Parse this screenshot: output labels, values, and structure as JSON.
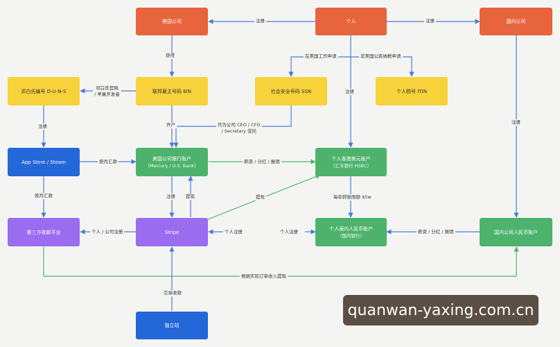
{
  "nodes": {
    "us_company": "美国公司",
    "individual": "个人",
    "cn_company": "国内公司",
    "duns": "邓白氏编号 D-U-N-S",
    "ein": "联邦雇主号码 EIN",
    "ssn": "社会安全号码 SSN",
    "itin": "个人税号 ITIN",
    "appstore": "App Store / Steam",
    "us_bank": "美国公司银行账户",
    "us_bank_sub": "（Mercury / U.S. Bank）",
    "usd_account": "个人香港美元账户",
    "usd_account_sub": "（汇丰银行 HSBC）",
    "third_party": "第三方收款平台",
    "stripe": "Stripe",
    "rmb_account": "个人境内人民币账户",
    "rmb_account_sub": "（国内银行）",
    "cn_account": "国内公司人民币账户",
    "indie": "独立站"
  },
  "labels": {
    "reg_left": "注册",
    "reg_right": "注册",
    "obtain": "获得",
    "work_us": "在美国工作申请",
    "non_resident": "非美国公民纳税申请",
    "reg_mid": "注册",
    "duns_apply_1": "邓白氏官网",
    "duns_apply_2": "/ 苹果开发者",
    "reg_duns": "注册",
    "open_account": "开户",
    "ceo_1": "作为公司 CEO / CFO",
    "ceo_2": "/ Secretary 受托",
    "reg_cn": "注册",
    "monthly_remit": "按月汇款",
    "salary_1": "薪资 / 分红 / 报销",
    "monthly_remit_2": "按月汇款",
    "reg_stripe": "注册",
    "withdraw_1": "提现",
    "withdraw_2": "提现",
    "limit": "每年转账限额 $5w",
    "personal_company_reg": "个人 / 公司注册",
    "personal_reg": "个人注册",
    "personal_reg_2": "个人注册",
    "salary_2": "薪资 / 分红 / 报销",
    "withdraw_by_order": "根据实际订单收入提现",
    "payment": "交易收款"
  },
  "colors": {
    "orange": "#e8643c",
    "yellow": "#f7d23a",
    "blue": "#2367d8",
    "green": "#4db36c",
    "purple": "#9a6cf0",
    "arrow": "#4b7bd9"
  },
  "watermark": "quanwan-yaxing.com.cn"
}
